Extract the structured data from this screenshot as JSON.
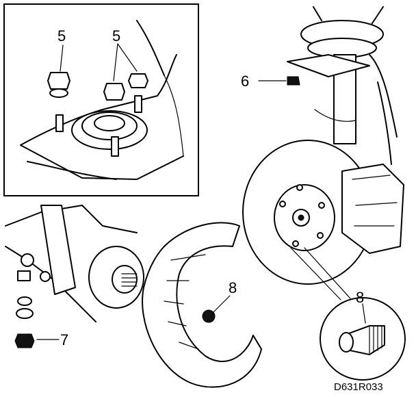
{
  "callouts": {
    "strut_nut_left": "5",
    "strut_nut_right": "5",
    "upper_bolt": "6",
    "shield_bolt": "8",
    "bushing_detail": "8",
    "lower_nut": "7"
  },
  "drawing_code": "D631R033"
}
